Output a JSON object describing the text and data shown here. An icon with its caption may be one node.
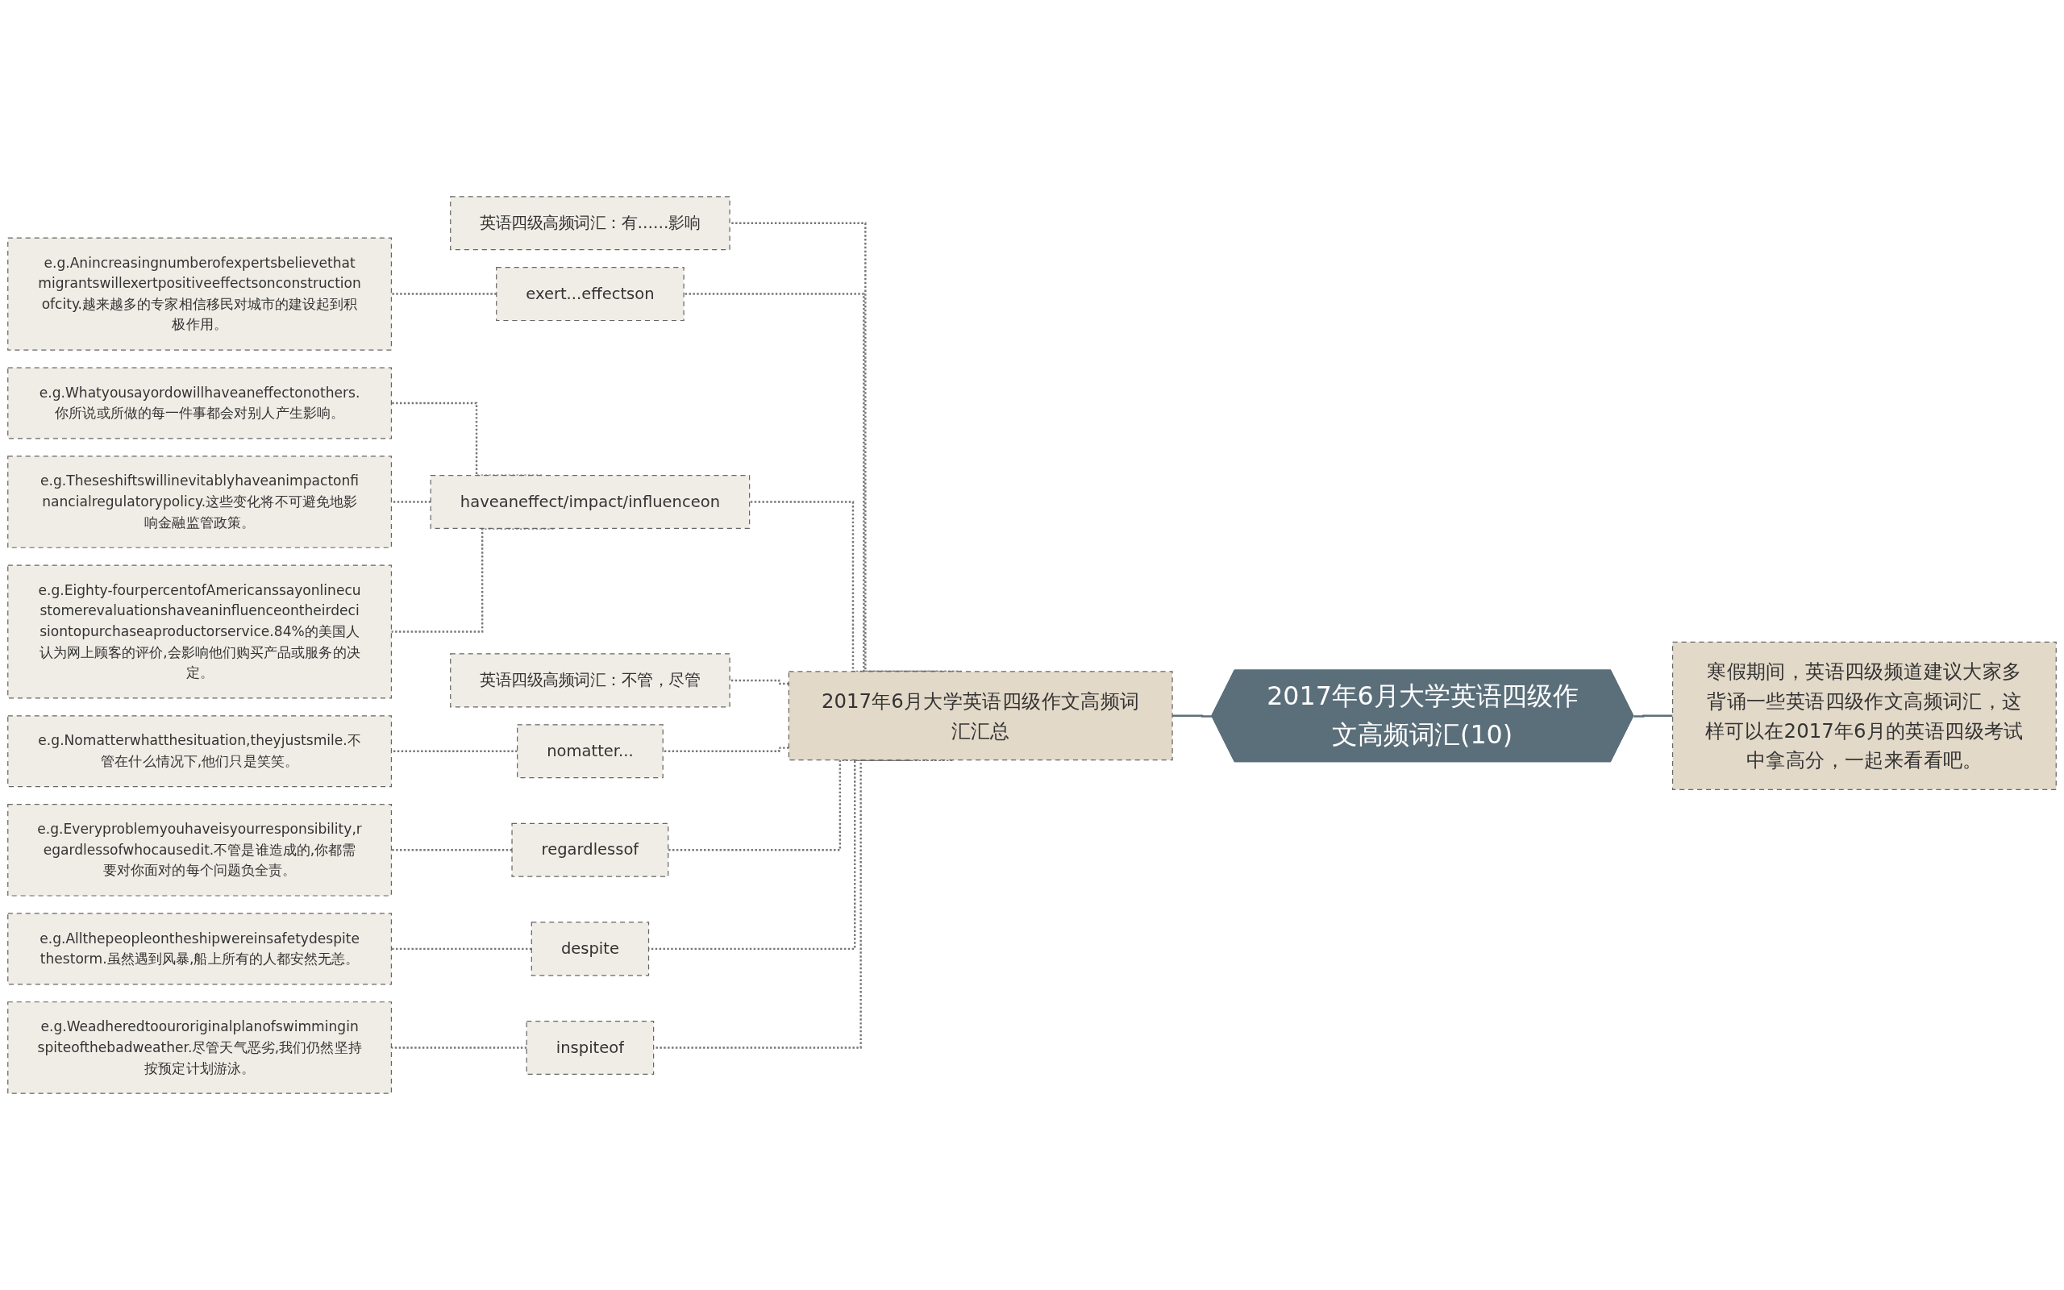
{
  "diagram": {
    "nodes": [
      {
        "text": [
          "2017年6月大学英语四级作文高频词汇(10)"
        ]
      },
      {
        "text": [
          "寒假期间，英语四级频道建议大家多背诵一些英语四级作文高频词汇，这样可以在2017年6月的英语四级考试中拿高分，一起来看看吧。"
        ]
      },
      {
        "text": [
          "2017年6月大学英语四级作文高频词汇汇总"
        ]
      },
      {
        "text": [
          "英语四级高频词汇：有……影响"
        ]
      },
      {
        "text": [
          "exert...effectson"
        ]
      },
      {
        "text": [
          "e.g.Anincreasingnumberofexpertsbelievethatmigrantswillexertpositiveeffectsonconstructionofcity.越来越多的专家相信移民对城市的建设起到积极作用。"
        ]
      },
      {
        "text": [
          "haveaneffect/impact/influenceon"
        ]
      },
      {
        "text": [
          "e.g.Whatyousayordowillhaveaneffectonothers.你所说或所做的每一件事都会对别人产生影响。"
        ]
      },
      {
        "text": [
          "e.g.Theseshiftswillinevitablyhaveanimpactonfinancialregulatorypolicy.这些变化将不可避免地影响金融监管政策。"
        ]
      },
      {
        "text": [
          "e.g.Eighty-fourpercentofAmericanssayonlinecustomerevaluationshaveaninfluenceontheirdecisiontopurchaseaproductorservice.84%的美国人认为网上顾客的评价,会影响他们购买产品或服务的决定。"
        ]
      },
      {
        "text": [
          "英语四级高频词汇：不管，尽管"
        ]
      },
      {
        "text": [
          "nomatter..."
        ]
      },
      {
        "text": [
          "e.g.Nomatterwhatthesituation,theyjustsmile.不管在什么情况下,他们只是笑笑。"
        ]
      },
      {
        "text": [
          "regardlessof"
        ]
      },
      {
        "text": [
          "e.g.Everyproblemyouhaveisyourresponsibility,regardlessofwhocausedit.不管是谁造成的,你都需要对你面对的每个问题负全责。"
        ]
      },
      {
        "text": [
          "despite"
        ]
      },
      {
        "text": [
          "e.g.Allthepeopleontheshipwereinsafetydespitethestorm.虽然遇到风暴,船上所有的人都安然无恙。"
        ]
      },
      {
        "text": [
          "inspiteof"
        ]
      },
      {
        "text": [
          "e.g.Weadheredtoouroriginalplanofswimminginspiteofthebadweather.尽管天气恶劣,我们仍然坚持按预定计划游泳。"
        ]
      }
    ],
    "edges": [
      {
        "from": 1,
        "to": 0,
        "arrow": "none"
      },
      {
        "from": 0,
        "to": 2,
        "arrow": "none"
      },
      {
        "from": 2,
        "to": 3,
        "arrow": "none",
        "style": "dashed"
      },
      {
        "from": 2,
        "to": 4,
        "arrow": "none",
        "style": "dashed"
      },
      {
        "from": 4,
        "to": 5,
        "arrow": "none",
        "style": "dashed"
      },
      {
        "from": 2,
        "to": 6,
        "arrow": "none",
        "style": "dashed"
      },
      {
        "from": 6,
        "to": 7,
        "arrow": "none",
        "style": "dashed"
      },
      {
        "from": 6,
        "to": 8,
        "arrow": "none",
        "style": "dashed"
      },
      {
        "from": 6,
        "to": 9,
        "arrow": "none",
        "style": "dashed"
      },
      {
        "from": 2,
        "to": 10,
        "arrow": "none",
        "style": "dashed"
      },
      {
        "from": 2,
        "to": 11,
        "arrow": "none",
        "style": "dashed"
      },
      {
        "from": 11,
        "to": 12,
        "arrow": "none",
        "style": "dashed"
      },
      {
        "from": 2,
        "to": 13,
        "arrow": "none",
        "style": "dashed"
      },
      {
        "from": 13,
        "to": 14,
        "arrow": "none",
        "style": "dashed"
      },
      {
        "from": 2,
        "to": 15,
        "arrow": "none",
        "style": "dashed"
      },
      {
        "from": 15,
        "to": 16,
        "arrow": "none",
        "style": "dashed"
      },
      {
        "from": 2,
        "to": 17,
        "arrow": "none",
        "style": "dashed"
      },
      {
        "from": 17,
        "to": 18,
        "arrow": "none",
        "style": "dashed"
      }
    ]
  }
}
